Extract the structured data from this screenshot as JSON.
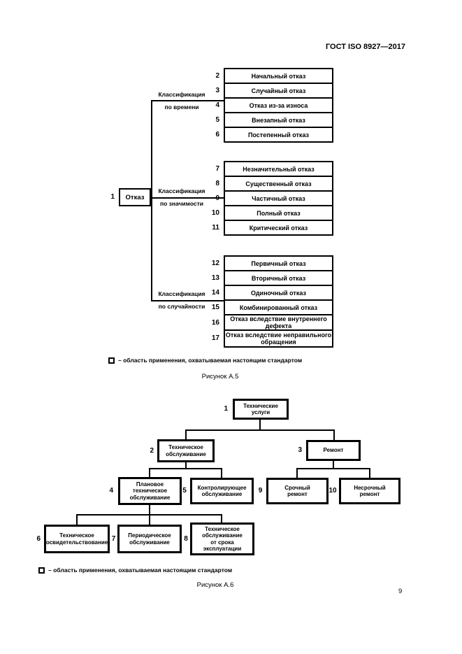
{
  "header": {
    "title": "ГОСТ ISO 8927—2017"
  },
  "page": {
    "number": "9"
  },
  "fig_a5": {
    "root": {
      "num": "1",
      "label": "Отказ"
    },
    "groups": [
      {
        "label1": "Классификация",
        "label2": "по времени",
        "items": [
          {
            "num": "2",
            "label": "Начальный отказ"
          },
          {
            "num": "3",
            "label": "Случайный отказ"
          },
          {
            "num": "4",
            "label": "Отказ из-за износа"
          },
          {
            "num": "5",
            "label": "Внезапный отказ"
          },
          {
            "num": "6",
            "label": "Постепенный отказ"
          }
        ]
      },
      {
        "label1": "Классификация",
        "label2": "по значимости",
        "items": [
          {
            "num": "7",
            "label": "Незначительный отказ"
          },
          {
            "num": "8",
            "label": "Существенный отказ"
          },
          {
            "num": "9",
            "label": "Частичный отказ"
          },
          {
            "num": "10",
            "label": "Полный отказ"
          },
          {
            "num": "11",
            "label": "Критический отказ"
          }
        ]
      },
      {
        "label1": "Классификация",
        "label2": "по случайности",
        "items": [
          {
            "num": "12",
            "label": "Первичный отказ"
          },
          {
            "num": "13",
            "label": "Вторичный отказ"
          },
          {
            "num": "14",
            "label": "Одиночный отказ"
          },
          {
            "num": "15",
            "label": "Комбинированный отказ"
          },
          {
            "num": "16",
            "label": "Отказ вследствие внутреннего\nдефекта"
          },
          {
            "num": "17",
            "label": "Отказ вследствие неправильного\nобращения"
          }
        ]
      }
    ],
    "legend": "– область применения, охватываемая настоящим стандартом",
    "caption": "Рисунок А.5"
  },
  "fig_a6": {
    "nodes": {
      "n1": {
        "num": "1",
        "label": "Технические\nуслуги"
      },
      "n2": {
        "num": "2",
        "label": "Техническое\nобслуживание"
      },
      "n3": {
        "num": "3",
        "label": "Ремонт"
      },
      "n4": {
        "num": "4",
        "label": "Плановое\nтехническое\nобслуживание"
      },
      "n5": {
        "num": "5",
        "label": "Контролирующее\nобслуживание"
      },
      "n6": {
        "num": "6",
        "label": "Техническое\nосвидетельствование"
      },
      "n7": {
        "num": "7",
        "label": "Периодическое\nобслуживание"
      },
      "n8": {
        "num": "8",
        "label": "Техническое\nобслуживание\nот срока\nэксплуатации"
      },
      "n9": {
        "num": "9",
        "label": "Срочный\nремонт"
      },
      "n10": {
        "num": "10",
        "label": "Несрочный\nремонт"
      }
    },
    "legend": "– область применения, охватываемая настоящим стандартом",
    "caption": "Рисунок А.6"
  }
}
